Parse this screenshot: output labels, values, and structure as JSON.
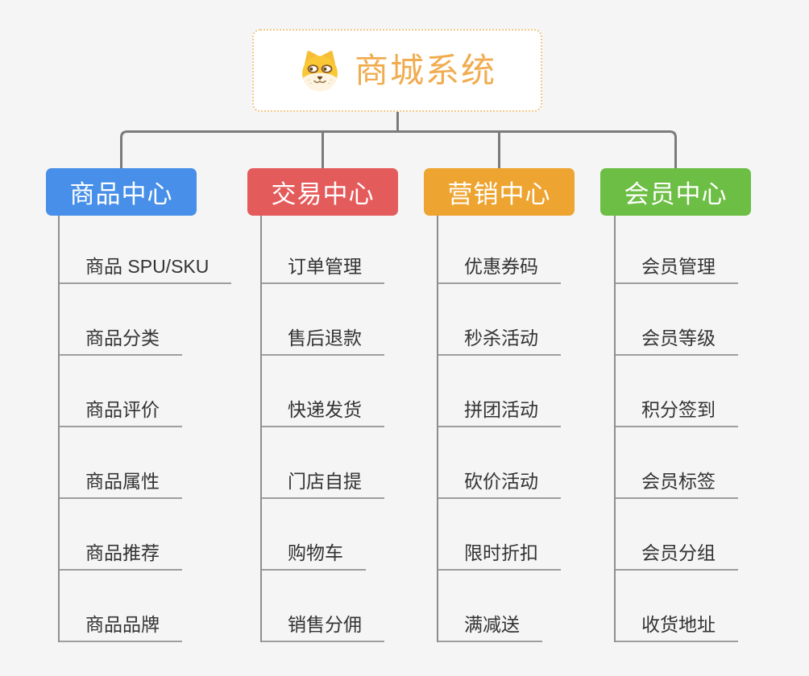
{
  "root": {
    "title": "商城系统",
    "icon": "doge-icon"
  },
  "branches": [
    {
      "label": "商品中心",
      "color": "#478FE8",
      "children": [
        "商品 SPU/SKU",
        "商品分类",
        "商品评价",
        "商品属性",
        "商品推荐",
        "商品品牌"
      ]
    },
    {
      "label": "交易中心",
      "color": "#E45B5B",
      "children": [
        "订单管理",
        "售后退款",
        "快递发货",
        "门店自提",
        "购物车",
        "销售分佣"
      ]
    },
    {
      "label": "营销中心",
      "color": "#EEA430",
      "children": [
        "优惠券码",
        "秒杀活动",
        "拼团活动",
        "砍价活动",
        "限时折扣",
        "满减送"
      ]
    },
    {
      "label": "会员中心",
      "color": "#6CBE44",
      "children": [
        "会员管理",
        "会员等级",
        "积分签到",
        "会员标签",
        "会员分组",
        "收货地址"
      ]
    }
  ],
  "colors": {
    "background": "#F5F5F6",
    "connector_line": "#7B7B7B",
    "branch_spine_line": "#8E8E8E",
    "leaf_underline": "#9E9E9E",
    "root_border": "#F2C786",
    "root_text": "#F0AC50",
    "leaf_text": "#333333",
    "branch_text": "#FFFFFF"
  }
}
